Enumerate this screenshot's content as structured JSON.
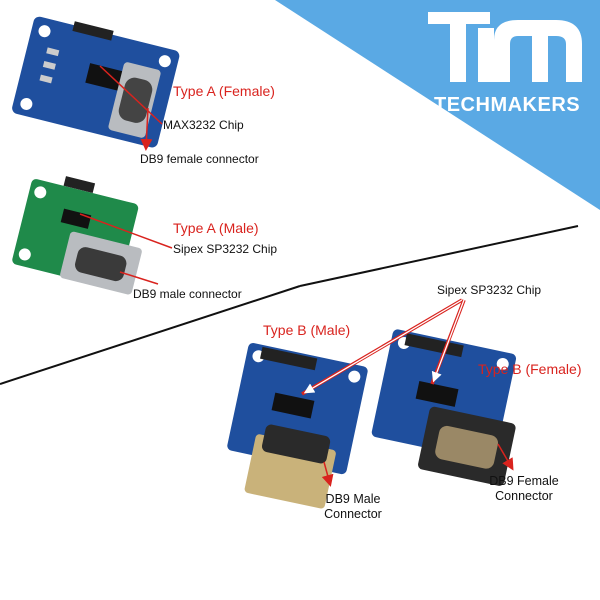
{
  "brand": {
    "name": "TECHMAKERS",
    "logo_mark": "TM",
    "banner_color": "#5aa9e4"
  },
  "labels": {
    "type_a_female": "Type A (Female)",
    "max3232_chip": "MAX3232 Chip",
    "db9_female_connector": "DB9 female connector",
    "type_a_male": "Type A (Male)",
    "sipex_chip_a": "Sipex SP3232 Chip",
    "db9_male_connector": "DB9 male connector",
    "sipex_chip_b": "Sipex SP3232 Chip",
    "type_b_male": "Type B (Male)",
    "type_b_female": "Type B (Female)",
    "db9_male_connector_b_line1": "DB9 Male",
    "db9_male_connector_b_line2": "Connector",
    "db9_female_connector_b_line1": "DB9 Female",
    "db9_female_connector_b_line2": "Connector"
  },
  "colors": {
    "label_red": "#d9231e",
    "board_blue": "#1f4f9e",
    "board_green": "#1f8a4a",
    "connector_metal": "#b9bcc0",
    "divider": "#111111"
  }
}
